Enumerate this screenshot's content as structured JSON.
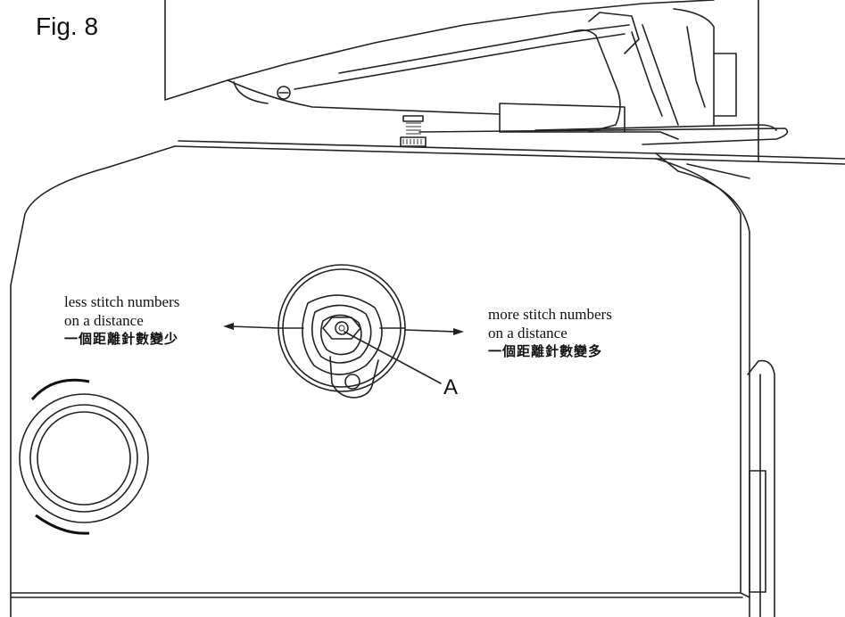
{
  "figure": {
    "label": "Fig. 8"
  },
  "annotations": {
    "left": {
      "line1": "less stitch numbers",
      "line2": "on a distance",
      "line3": "一個距離針數變少"
    },
    "right": {
      "line1": "more stitch numbers",
      "line2": "on a distance",
      "line3": "一個距離針數變多"
    },
    "part_label": "A"
  }
}
